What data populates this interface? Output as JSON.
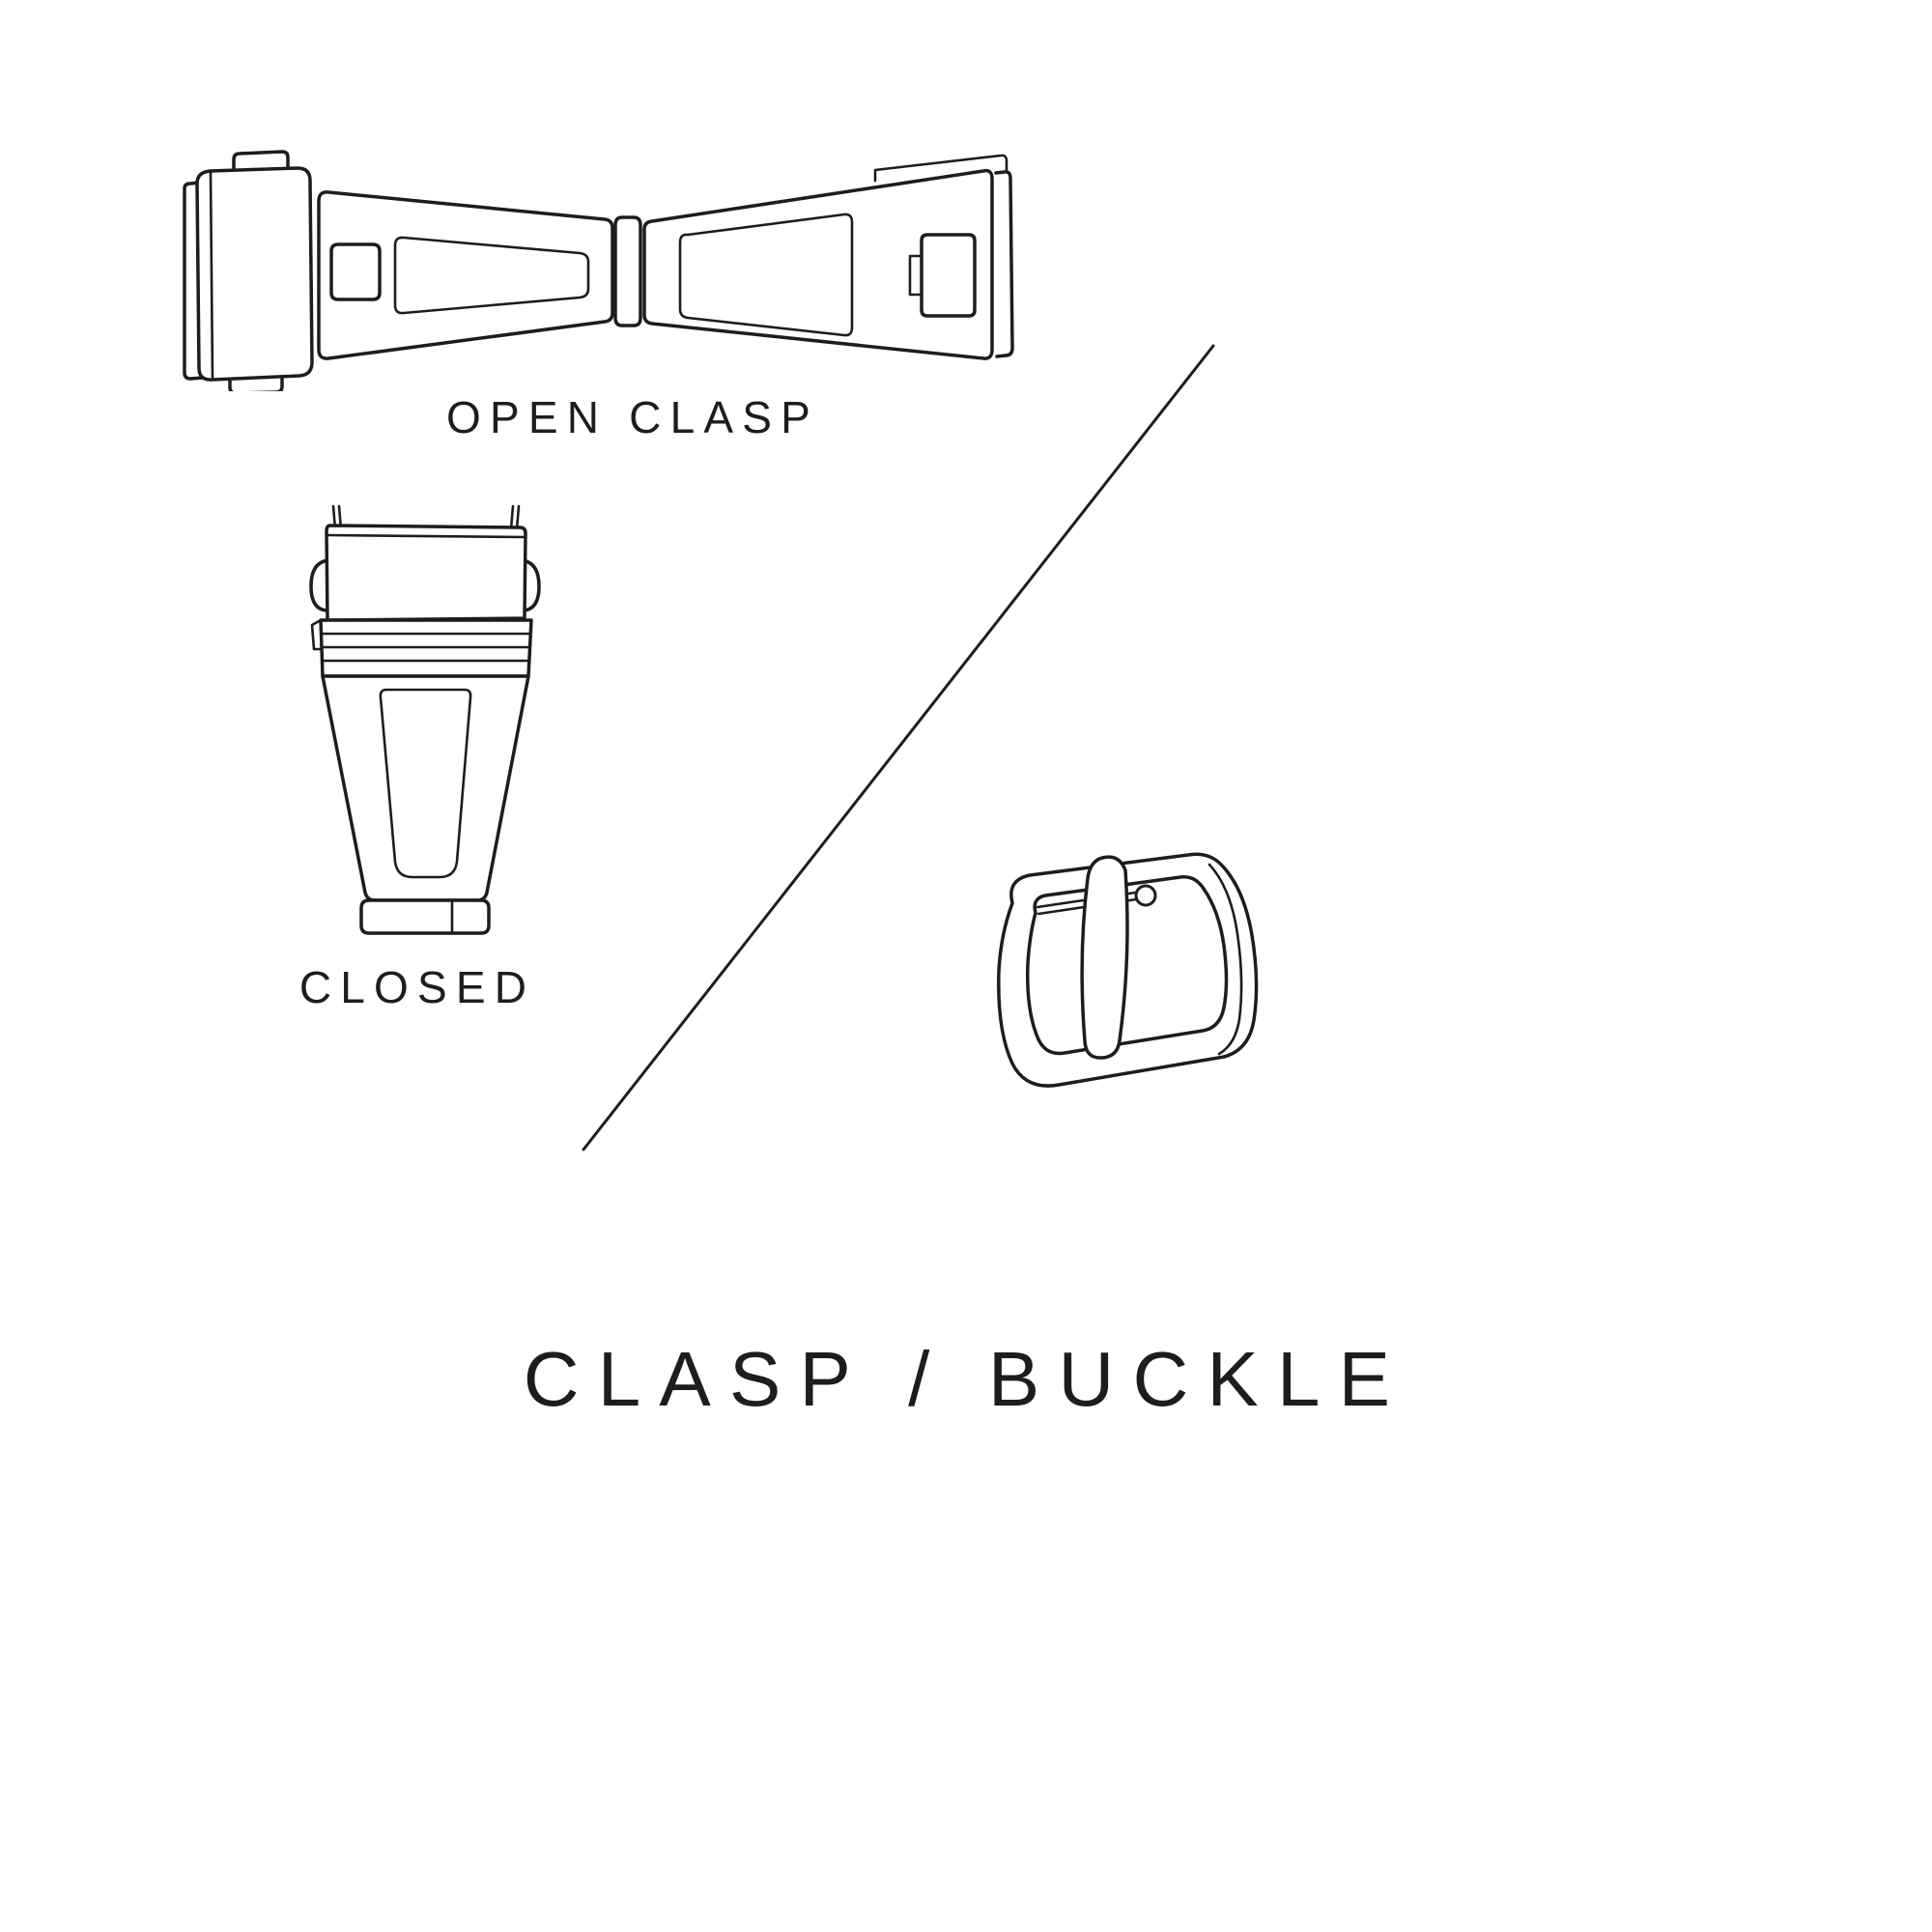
{
  "canvas": {
    "background": "#ffffff",
    "ink": "#1d1d1d"
  },
  "figures": {
    "open_clasp": {
      "label": "OPEN CLASP"
    },
    "closed_clasp": {
      "label": "CLOSED"
    },
    "buckle": {
      "label": ""
    }
  },
  "title": "CLASP / BUCKLE"
}
